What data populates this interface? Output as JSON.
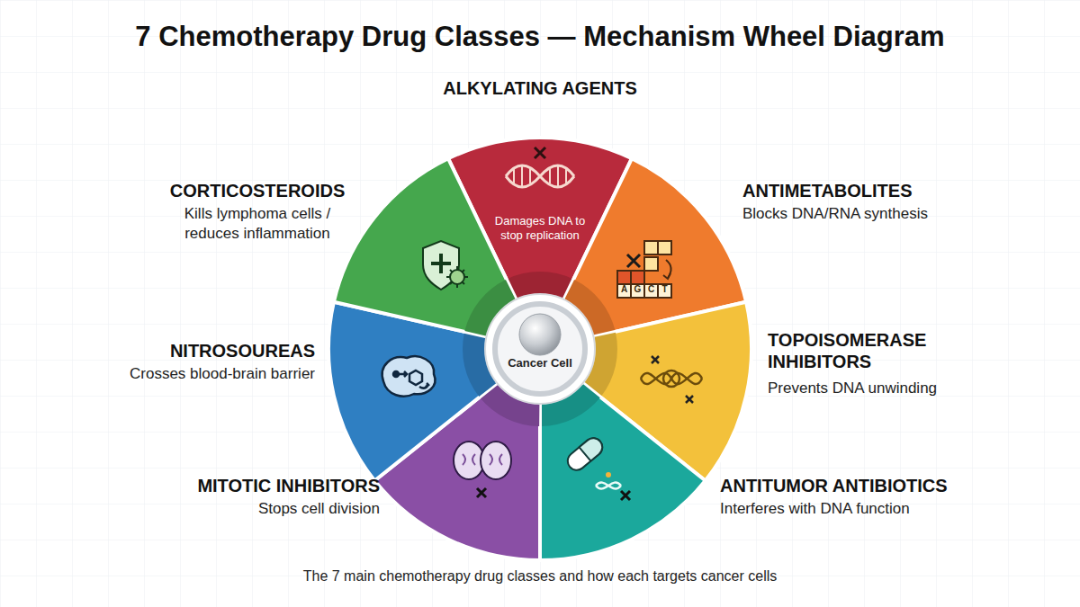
{
  "diagram": {
    "title": "7 Chemotherapy Drug Classes — Mechanism Wheel Diagram",
    "caption": "The 7 main chemotherapy drug classes and how each targets cancer cells",
    "nodes": [
      {
        "text": [
          "ALKYLATING AGENTS",
          "Damages DNA to stop replication"
        ]
      },
      {
        "text": [
          "ANTIMETABOLITES",
          "Blocks DNA/RNA synthesis"
        ]
      },
      {
        "text": [
          "TOPOISOMERASE INHIBITORS",
          "Prevents DNA unwinding"
        ]
      },
      {
        "text": [
          "ANTITUMOR ANTIBIOTICS",
          "Interferes with DNA function"
        ]
      },
      {
        "text": [
          "MITOTIC INHIBITORS",
          "Stops cell division"
        ]
      },
      {
        "text": [
          "NITROSOUREAS",
          "Crosses blood-brain barrier"
        ]
      },
      {
        "text": [
          "CORTICOSTEROIDS",
          "Kills lymphoma cells / reduces inflammation"
        ]
      },
      {
        "text": [
          "Cancer Cell"
        ]
      }
    ],
    "labels": [
      "A",
      "G",
      "C",
      "T"
    ]
  }
}
